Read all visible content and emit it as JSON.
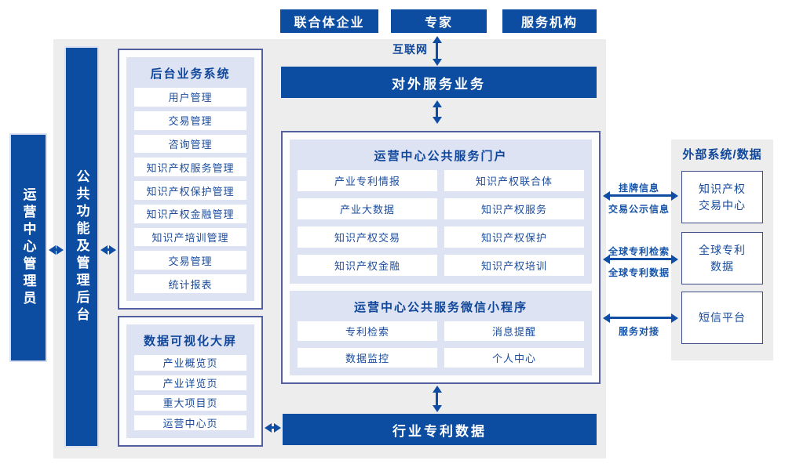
{
  "colors": {
    "primary_blue": "#0D4DA1",
    "panel_gray": "#EDEDED",
    "lavender_panel": "#DEE3F3",
    "box_border": "#545FA0",
    "navy_title_text": "#10479B",
    "item_text": "#1B4C9E",
    "link_label_text": "#1553A8"
  },
  "top_entities": [
    "联合体企业",
    "专家",
    "服务机构"
  ],
  "internet_label": "互联网",
  "external_service_bar": "对外服务业务",
  "admin_box": "运营中心管理员",
  "backend_bar": "公共功能及管理后台",
  "backend_system": {
    "title": "后台业务系统",
    "items": [
      "用户管理",
      "交易管理",
      "咨询管理",
      "知识产权服务管理",
      "知识产权保护管理",
      "知识产权金融管理",
      "知识产培训管理",
      "交易管理",
      "统计报表"
    ]
  },
  "dashboard": {
    "title": "数据可视化大屏",
    "items": [
      "产业概览页",
      "产业详览页",
      "重大项目页",
      "运营中心页"
    ]
  },
  "portal": {
    "title": "运营中心公共服务门户",
    "items": [
      "产业专利情报",
      "知识产权联合体",
      "产业大数据",
      "知识产权服务",
      "知识产权交易",
      "知识产权保护",
      "知识产权金融",
      "知识产权培训"
    ]
  },
  "miniprogram": {
    "title": "运营中心公共服务微信小程序",
    "items": [
      "专利检索",
      "消息提醒",
      "数据监控",
      "个人中心"
    ]
  },
  "industry_patent_bar": "行业专利数据",
  "external_systems": {
    "title": "外部系统/数据",
    "boxes": [
      "知识产权\n交易中心",
      "全球专利\n数据",
      "短信平台"
    ]
  },
  "link_labels": [
    "挂牌信息",
    "交易公示信息",
    "全球专利检索",
    "全球专利数据",
    "服务对接"
  ]
}
